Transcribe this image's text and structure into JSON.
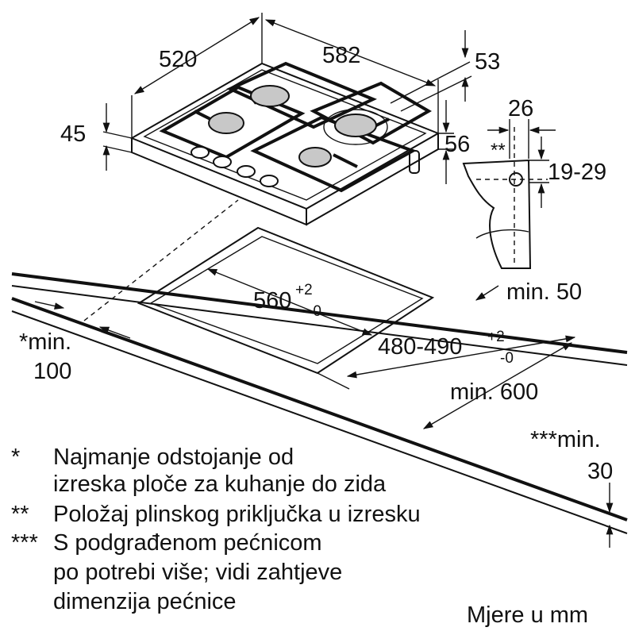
{
  "dimensions": {
    "hob_width": "582",
    "hob_depth": "520",
    "hob_height": "45",
    "right_top_offset": "53",
    "right_side_offset": "56",
    "bracket_width": "26",
    "bracket_marker": "**",
    "worktop_thickness": "19-29",
    "cutout_width": {
      "value": "560",
      "tol_plus": "+2",
      "tol_minus": "-0"
    },
    "cutout_depth": {
      "value": "480-490",
      "tol_plus": "+2",
      "tol_minus": "-0"
    },
    "min_right": "min. 50",
    "min_front_label_1": "*min.",
    "min_front_label_2": "100",
    "min_depth": "min. 600",
    "min_bottom_label_1": "***min.",
    "min_bottom_label_2": "30"
  },
  "notes": [
    {
      "marker": "*",
      "lines": [
        "Najmanje odstojanje od",
        "izreska ploče za kuhanje do zida"
      ]
    },
    {
      "marker": "**",
      "lines": [
        "Položaj plinskog priključka u izresku"
      ]
    },
    {
      "marker": "***",
      "lines": [
        "S podgrađenom pećnicom",
        "po potrebi više; vidi zahtjeve",
        "dimenzija pećnice"
      ]
    }
  ],
  "units_note": "Mjere u mm"
}
